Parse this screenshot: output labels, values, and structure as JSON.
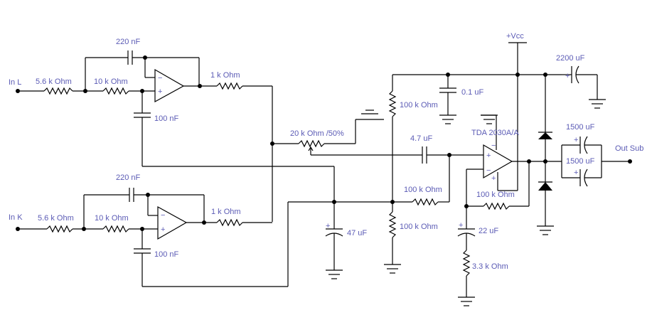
{
  "labels": {
    "in_l": "In L",
    "in_k": "In K",
    "r_in_l": "5.6 k Ohm",
    "r_in_k": "5.6 k Ohm",
    "r10_l": "10 k Ohm",
    "r10_k": "10 k Ohm",
    "c220_l": "220 nF",
    "c220_k": "220 nF",
    "c100_l": "100 nF",
    "c100_k": "100 nF",
    "r1k_l": "1 k Ohm",
    "r1k_k": "1 k Ohm",
    "pot": "20 k Ohm /50%",
    "c47": "47 uF",
    "r100_top": "100 k Ohm",
    "r100_bot": "100 k Ohm",
    "r100_mid": "100 k Ohm",
    "r100_fb": "100 k Ohm",
    "c01": "0.1 uF",
    "c47u": "4.7 uF",
    "ic": "TDA 2030A/A",
    "vcc": "+Vcc",
    "c2200": "2200 uF",
    "c1500a": "1500 uF",
    "c1500b": "1500 uF",
    "out": "Out Sub",
    "c22": "22 uF",
    "r33": "3.3 k Ohm",
    "minus": "−",
    "plus": "+",
    "plus_pol": "+"
  }
}
